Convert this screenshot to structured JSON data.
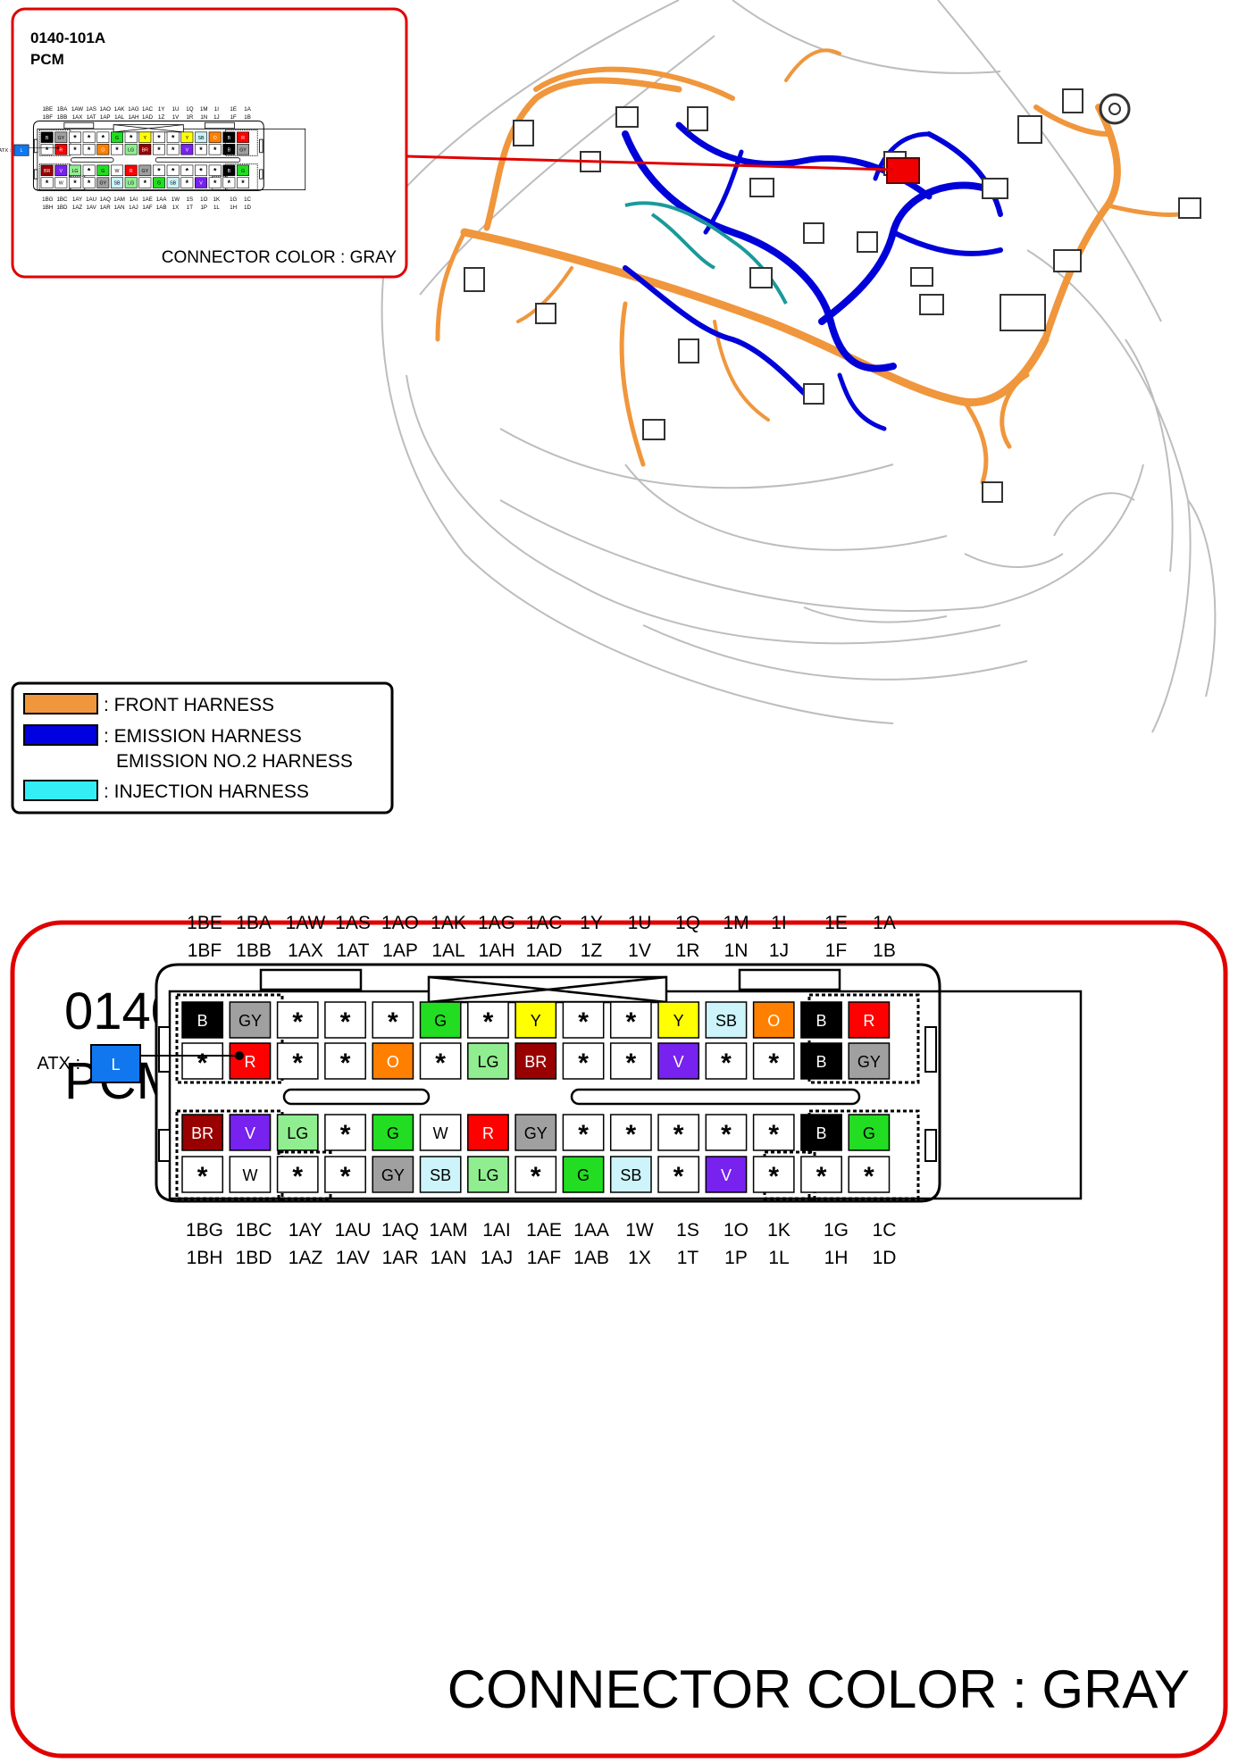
{
  "inset": {
    "code": "0140-101A",
    "name": "PCM",
    "connector_color": "CONNECTOR COLOR : GRAY"
  },
  "legend": {
    "items": [
      {
        "color": "#F0963C",
        "lines": [
          ": FRONT HARNESS"
        ]
      },
      {
        "color": "#0000E0",
        "lines": [
          ": EMISSION HARNESS",
          "EMISSION NO.2 HARNESS"
        ]
      },
      {
        "color": "#33EEF5",
        "lines": [
          ": INJECTION HARNESS"
        ]
      }
    ]
  },
  "detail": {
    "code": "0140-101A",
    "name": "PCM",
    "connector_color": "CONNECTOR COLOR : GRAY",
    "atx_label": "ATX :",
    "atx_wire": "L",
    "top_terminal_labels": [
      [
        "1BE",
        "1BF"
      ],
      [
        "1BA",
        "1BB"
      ],
      [
        "1AW",
        "1AX"
      ],
      [
        "1AS",
        "1AT"
      ],
      [
        "1AO",
        "1AP"
      ],
      [
        "1AK",
        "1AL"
      ],
      [
        "1AG",
        "1AH"
      ],
      [
        "1AC",
        "1AD"
      ],
      [
        "1Y",
        "1Z"
      ],
      [
        "1U",
        "1V"
      ],
      [
        "1Q",
        "1R"
      ],
      [
        "1M",
        "1N"
      ],
      [
        "1I",
        "1J"
      ],
      [
        "1E",
        "1F"
      ],
      [
        "1A",
        "1B"
      ]
    ],
    "bottom_terminal_labels": [
      [
        "1BG",
        "1BH"
      ],
      [
        "1BC",
        "1BD"
      ],
      [
        "1AY",
        "1AZ"
      ],
      [
        "1AU",
        "1AV"
      ],
      [
        "1AQ",
        "1AR"
      ],
      [
        "1AM",
        "1AN"
      ],
      [
        "1AI",
        "1AJ"
      ],
      [
        "1AE",
        "1AF"
      ],
      [
        "1AA",
        "1AB"
      ],
      [
        "1W",
        "1X"
      ],
      [
        "1S",
        "1T"
      ],
      [
        "1O",
        "1P"
      ],
      [
        "1K",
        "1L"
      ],
      [
        "1G",
        "1H"
      ],
      [
        "1C",
        "1D"
      ]
    ],
    "rows": [
      [
        "B",
        "GY",
        "*",
        "*",
        "*",
        "G",
        "*",
        "Y",
        "*",
        "*",
        "Y",
        "SB",
        "O",
        "B",
        "R"
      ],
      [
        "*",
        "R",
        "*",
        "*",
        "O",
        "*",
        "LG",
        "BR",
        "*",
        "*",
        "V",
        "*",
        "*",
        "B",
        "GY"
      ],
      [
        "BR",
        "V",
        "LG",
        "*",
        "G",
        "W",
        "R",
        "GY",
        "*",
        "*",
        "*",
        "*",
        "*",
        "B",
        "G"
      ],
      [
        "*",
        "W",
        "*",
        "*",
        "GY",
        "SB",
        "LG",
        "*",
        "G",
        "SB",
        "*",
        "V",
        "*",
        "*",
        "*"
      ]
    ]
  },
  "wire_colors": {
    "B": "#000000",
    "GY": "#A0A0A0",
    "G": "#22DD22",
    "Y": "#FFFF00",
    "SB": "#CCF4FA",
    "O": "#FF8000",
    "R": "#FF0000",
    "LG": "#90EE90",
    "BR": "#990000",
    "V": "#7722EE",
    "W": "#FFFFFF",
    "L": "#1177EE",
    "*": "#FFFFFF"
  },
  "frame_color": "#E00000"
}
